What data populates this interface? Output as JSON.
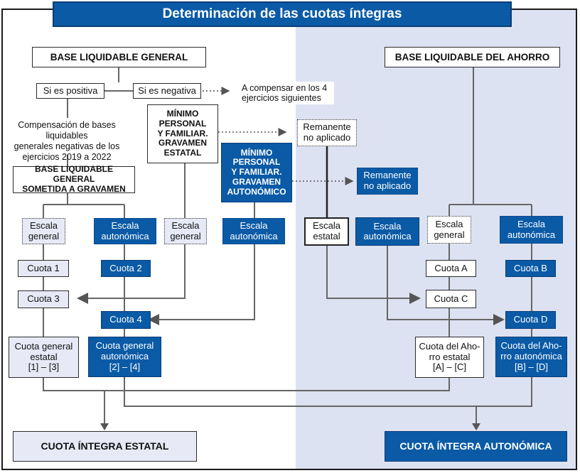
{
  "title": "Determinación de las cuotas íntegras",
  "general": {
    "base": "BASE LIQUIDABLE GENERAL",
    "positive": "Si es positiva",
    "negative": "Si es negativa",
    "negative_note": "A compensar en los 4\nejercicios siguientes",
    "compensation": "Compensación de bases liquidables\ngenerales negativas de los\nejercicios 2019 a 2022",
    "taxed_base": "BASE LIQUIDABLE GENERAL\nSOMETIDA A GRAVAMEN",
    "min_estatal": "MÍNIMO\nPERSONAL\nY FAMILIAR.\nGRAVAMEN\nESTATAL",
    "min_autonomico": "MÍNIMO\nPERSONAL\nY FAMILIAR.\nGRAVAMEN\nAUTONÓMICO",
    "scale_general_1": "Escala\ngeneral",
    "scale_auto_1": "Escala\nautonómica",
    "scale_general_2": "Escala\ngeneral",
    "scale_auto_2": "Escala\nautonómica",
    "cuota1": "Cuota 1",
    "cuota2": "Cuota 2",
    "cuota3": "Cuota 3",
    "cuota4": "Cuota 4",
    "cuota_estatal": "Cuota general\nestatal\n[1] – [3]",
    "cuota_autonomica": "Cuota general\nautonómica\n[2] – [4]"
  },
  "ahorro": {
    "base": "BASE LIQUIDABLE DEL AHORRO",
    "remanente_estatal": "Remanente\nno aplicado",
    "remanente_auto": "Remanente\nno aplicado",
    "scale_estatal": "Escala\nestatal",
    "scale_auto_rem": "Escala autonómica",
    "scale_general": "Escala\ngeneral",
    "scale_auto": "Escala\nautonómica",
    "cuotaA": "Cuota A",
    "cuotaB": "Cuota B",
    "cuotaC": "Cuota C",
    "cuotaD": "Cuota D",
    "cuota_estatal": "Cuota del Aho-\nrro estatal\n[A] – [C]",
    "cuota_autonomica": "Cuota del Aho-\nrro autonómica\n[B] – [D]"
  },
  "totals": {
    "estatal": "CUOTA ÍNTEGRA ESTATAL",
    "autonomica": "CUOTA ÍNTEGRA AUTONÓMICA"
  }
}
